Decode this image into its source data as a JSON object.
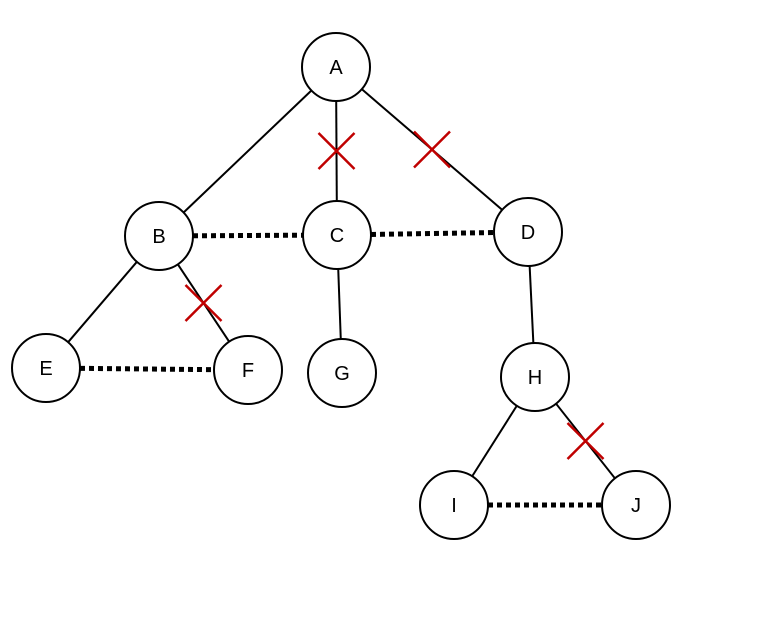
{
  "diagram": {
    "nodes": [
      {
        "id": "A",
        "label": "A"
      },
      {
        "id": "B",
        "label": "B"
      },
      {
        "id": "C",
        "label": "C"
      },
      {
        "id": "D",
        "label": "D"
      },
      {
        "id": "E",
        "label": "E"
      },
      {
        "id": "F",
        "label": "F"
      },
      {
        "id": "G",
        "label": "G"
      },
      {
        "id": "H",
        "label": "H"
      },
      {
        "id": "I",
        "label": "I"
      },
      {
        "id": "J",
        "label": "J"
      }
    ],
    "tree_edges": [
      {
        "from": "A",
        "to": "B",
        "cut": false
      },
      {
        "from": "A",
        "to": "C",
        "cut": true
      },
      {
        "from": "A",
        "to": "D",
        "cut": true
      },
      {
        "from": "B",
        "to": "E",
        "cut": false
      },
      {
        "from": "B",
        "to": "F",
        "cut": true
      },
      {
        "from": "C",
        "to": "G",
        "cut": false
      },
      {
        "from": "D",
        "to": "H",
        "cut": false
      },
      {
        "from": "H",
        "to": "I",
        "cut": false
      },
      {
        "from": "H",
        "to": "J",
        "cut": true
      }
    ],
    "sibling_links": [
      {
        "from": "B",
        "to": "C"
      },
      {
        "from": "C",
        "to": "D"
      },
      {
        "from": "E",
        "to": "F"
      },
      {
        "from": "I",
        "to": "J"
      }
    ],
    "colors": {
      "node_stroke": "#000000",
      "edge": "#000000",
      "cut_mark": "#c00000",
      "background": "#ffffff"
    }
  }
}
